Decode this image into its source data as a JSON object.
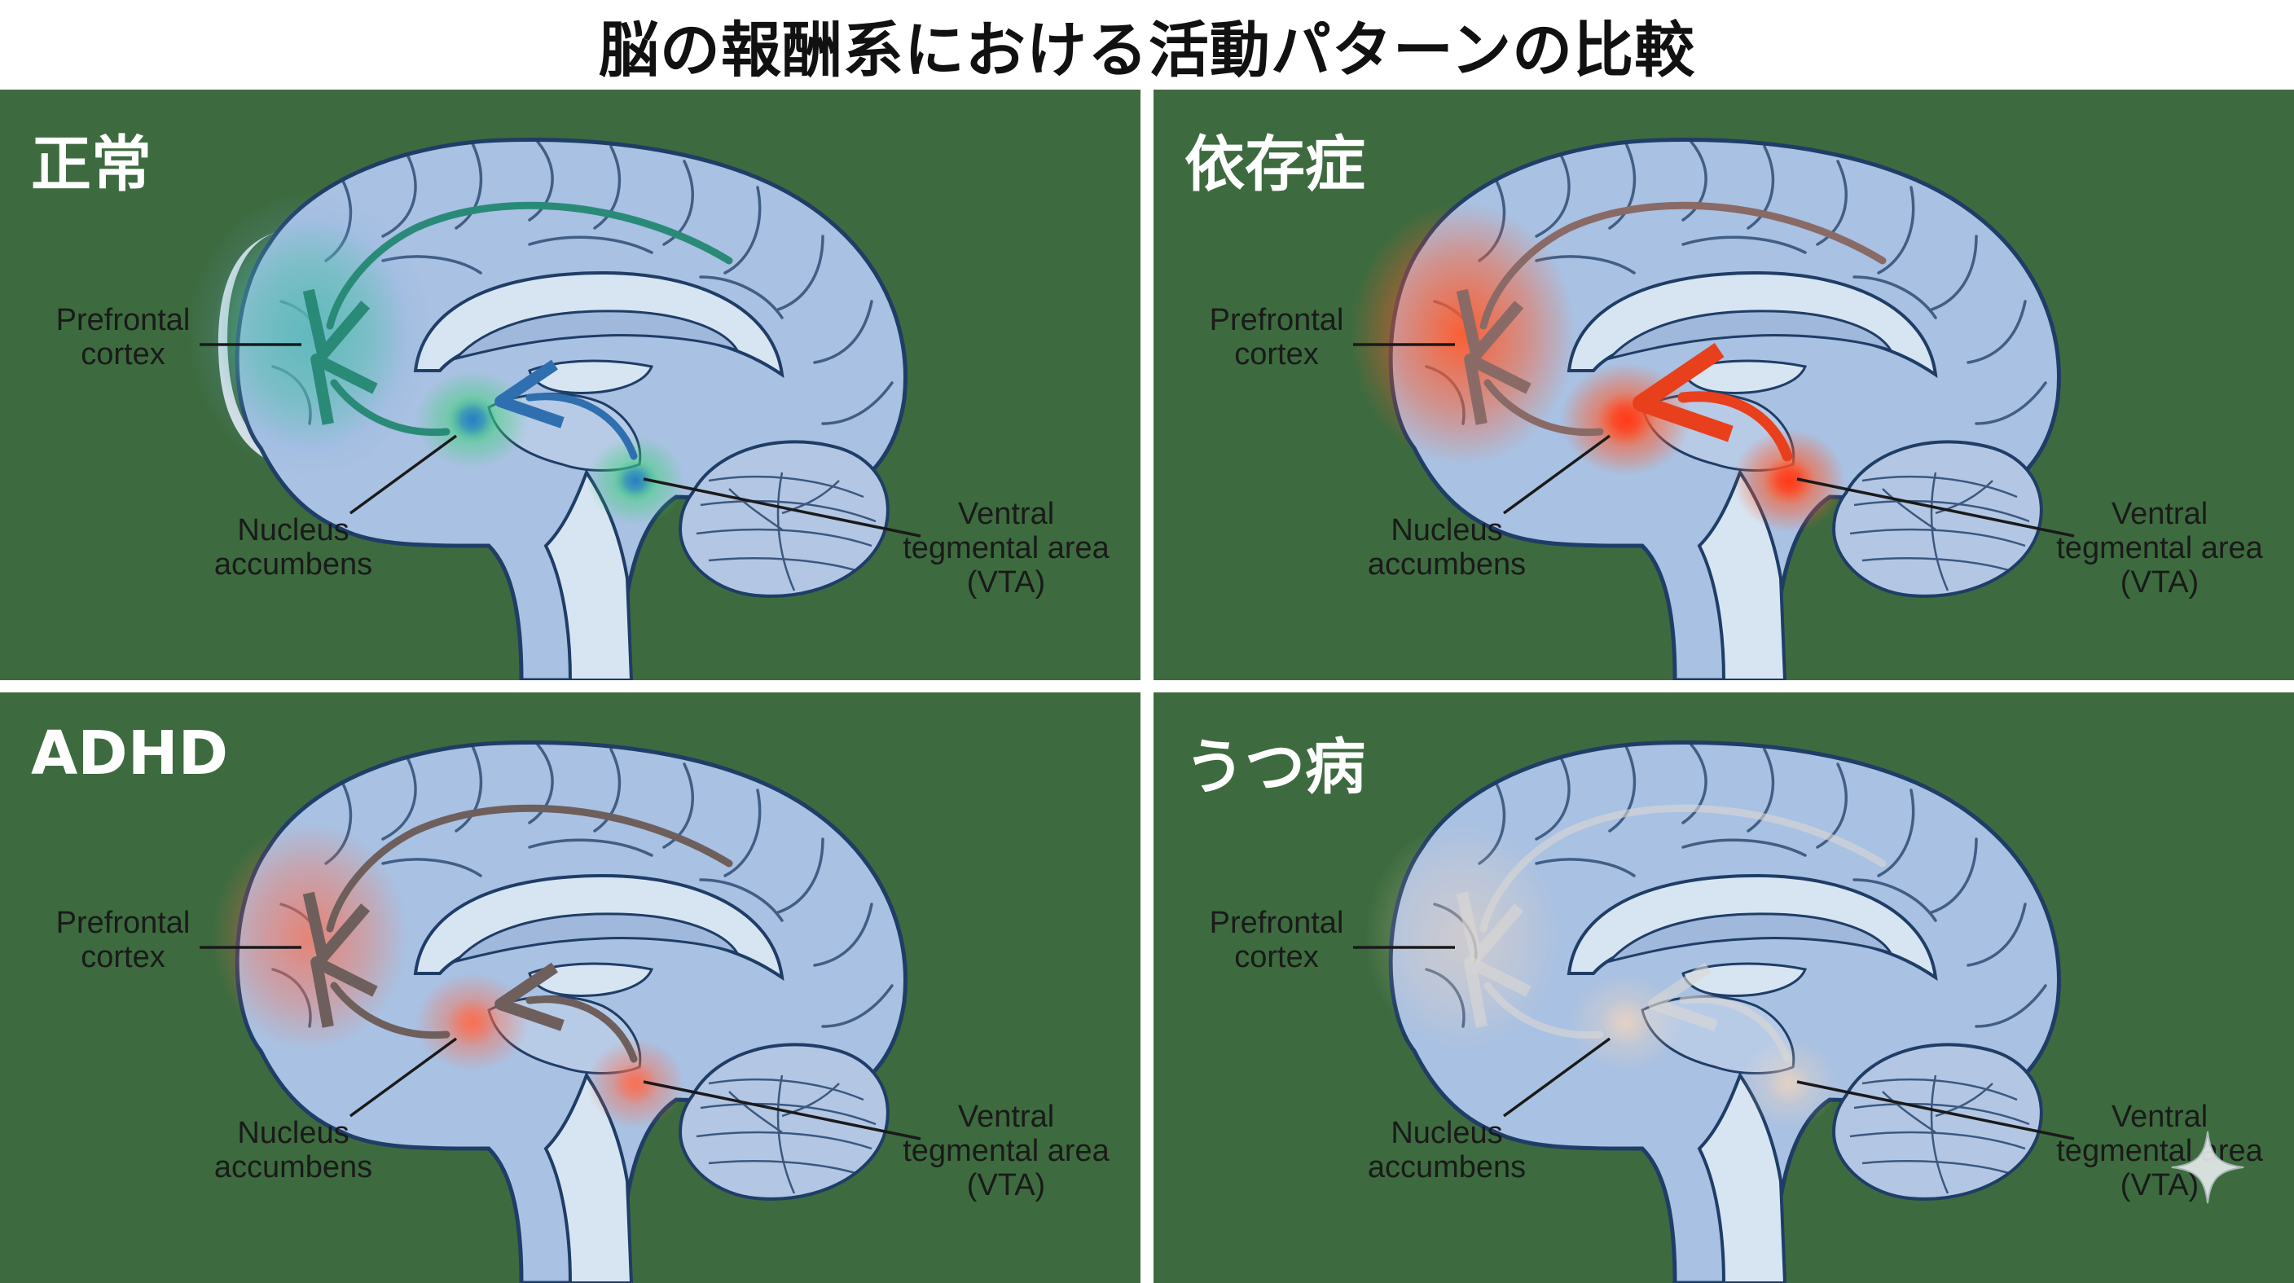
{
  "title": "脳の報酬系における活動パターンの比較",
  "labels": {
    "pfc_line1": "Prefrontal",
    "pfc_line2": "cortex",
    "nac_line1": "Nucleus",
    "nac_line2": "accumbens",
    "vta_line1": "Ventral",
    "vta_line2": "tegmental area",
    "vta_line3": "(VTA)"
  },
  "panels": [
    {
      "title": "正常",
      "region_glow": "#3fd07a",
      "hot_core": "#1f6fd0",
      "arrow_color": "#2a8a78",
      "arrow_end": "#2f6fb0",
      "intensity": "normal"
    },
    {
      "title": "依存症",
      "region_glow": "#ff5a2a",
      "hot_core": "#ff3a1a",
      "arrow_color": "#8a6a66",
      "arrow_end": "#e8401c",
      "intensity": "high"
    },
    {
      "title": "ADHD",
      "region_glow": "#ff6a4a",
      "hot_core": "#ff6a4a",
      "arrow_color": "#6e5f5c",
      "arrow_end": "#6e5f5c",
      "intensity": "moderate"
    },
    {
      "title": "うつ病",
      "region_glow": "#ffd8b8",
      "hot_core": "#ffd8b8",
      "arrow_color": "#dcd8d4",
      "arrow_end": "#dcd8d4",
      "intensity": "low"
    }
  ],
  "colors": {
    "panel_background": "#3d6b3f",
    "brain_fill": "#a9c1e2",
    "brain_outline": "#1f3d66",
    "inner_light": "#d7e5f3"
  }
}
